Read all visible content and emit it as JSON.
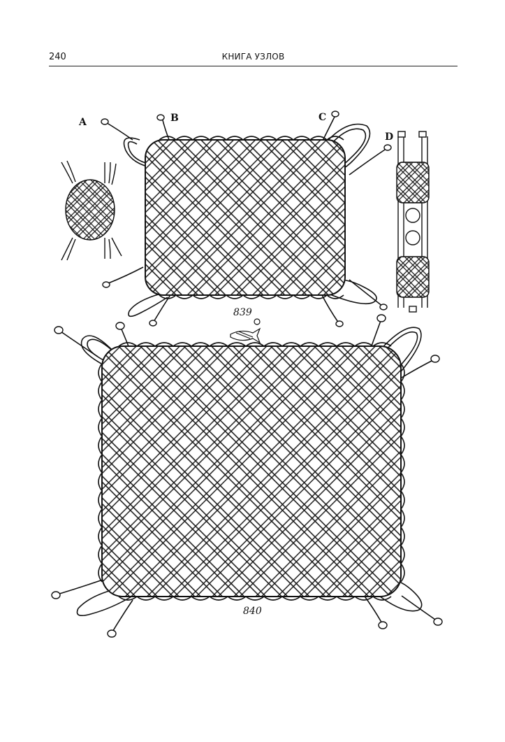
{
  "header": {
    "page_number": "240",
    "running_title": "КНИГА УЗЛОВ"
  },
  "figure_labels": {
    "a": "A",
    "b": "B",
    "c": "C",
    "d": "D",
    "fig_839": "839",
    "fig_840": "840"
  },
  "icons": [
    "knot-mat-drawing",
    "rope-end-icon",
    "fish-decoration-icon"
  ]
}
